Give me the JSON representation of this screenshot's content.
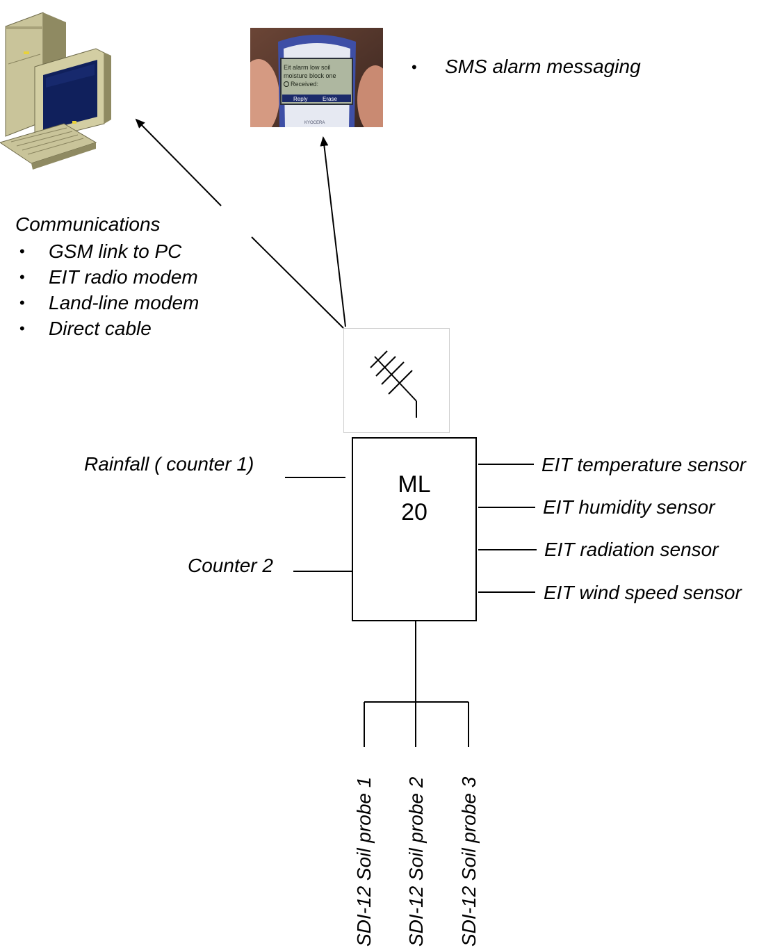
{
  "diagram": {
    "communications": {
      "heading": "Communications",
      "items": [
        "GSM link to PC",
        "EIT radio modem",
        "Land-line modem",
        "Direct cable"
      ]
    },
    "sms": "SMS alarm messaging",
    "logger": {
      "line1": "ML",
      "line2": "20"
    },
    "left_inputs": [
      "Rainfall ( counter 1)",
      "Counter 2"
    ],
    "right_sensors": [
      "EIT temperature sensor",
      "EIT humidity sensor",
      "EIT radiation sensor",
      "EIT wind speed sensor"
    ],
    "soil_probes": [
      "SDI-12 Soil probe 1",
      "SDI-12 Soil probe 2",
      "SDI-12 Soil probe 3"
    ],
    "phone_screen": {
      "lines": [
        "Eit alarm low soil",
        "moisture block one",
        "Received:"
      ],
      "reply": "Reply",
      "erase": "Erase",
      "brand": "KYOCERA"
    }
  }
}
